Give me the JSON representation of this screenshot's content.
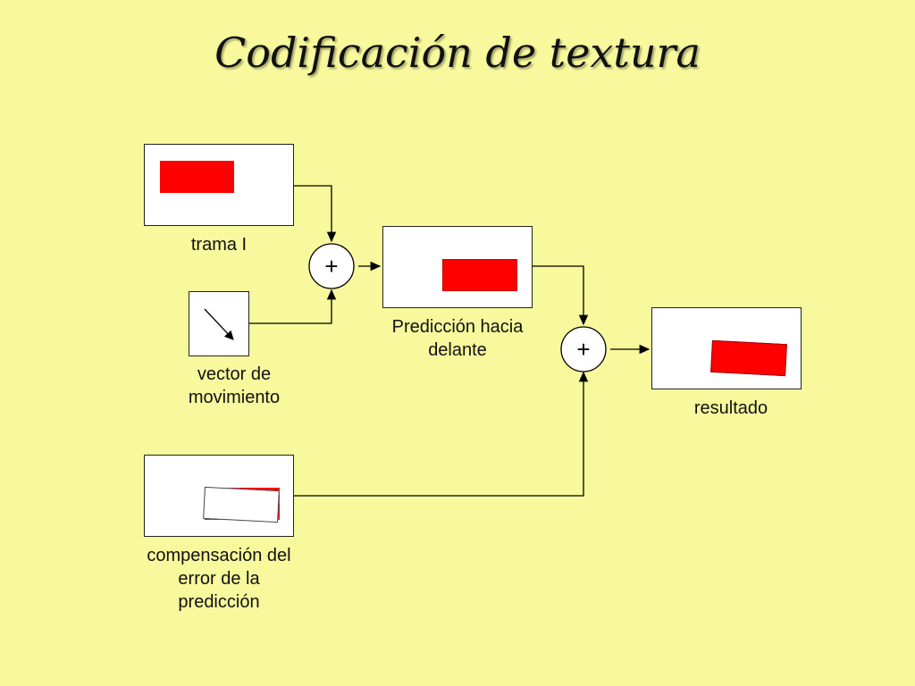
{
  "title": "Codificación de textura",
  "nodes": {
    "trama_i": {
      "label": "trama I"
    },
    "vector": {
      "label_lines": [
        "vector de",
        "movimiento"
      ]
    },
    "prediccion": {
      "label_lines": [
        "Predicción hacia",
        "delante"
      ]
    },
    "resultado": {
      "label": "resultado"
    },
    "compensacion": {
      "label_lines": [
        "compensación del",
        "error de la",
        "predicción"
      ]
    }
  },
  "operators": {
    "sum1": "+",
    "sum2": "+"
  },
  "colors": {
    "background": "#f8f99d",
    "block": "#ff0000",
    "line": "#000000"
  }
}
